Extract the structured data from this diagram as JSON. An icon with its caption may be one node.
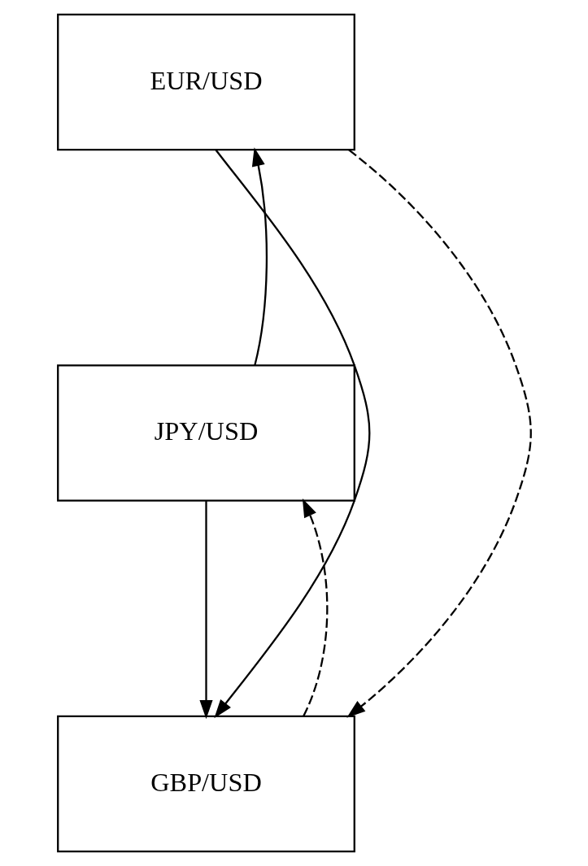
{
  "diagram": {
    "nodes": [
      {
        "text": [
          "EUR/USD"
        ]
      },
      {
        "text": [
          "JPY/USD"
        ]
      },
      {
        "text": [
          "GBP/USD"
        ]
      }
    ],
    "edges": [
      {
        "from": 1,
        "to": 0,
        "arrow": "to"
      },
      {
        "from": 1,
        "to": 2,
        "arrow": "to"
      },
      {
        "from": 0,
        "to": 2,
        "arrow": "to"
      },
      {
        "from": 0,
        "to": 2,
        "arrow": "to",
        "style": "dashed"
      },
      {
        "from": 2,
        "to": 1,
        "arrow": "to",
        "style": "dashed"
      }
    ]
  }
}
